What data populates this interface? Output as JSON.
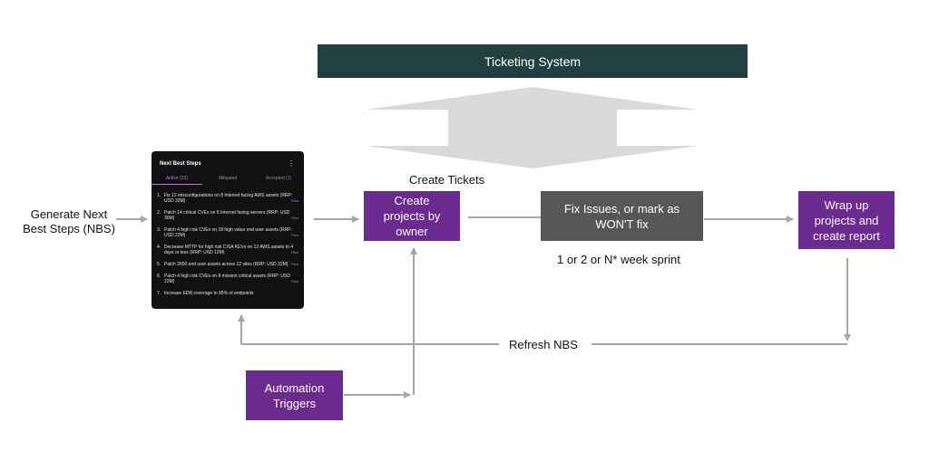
{
  "title": "Ticketing System",
  "labels": {
    "generate": [
      "Generate Next",
      "Best Steps (NBS)"
    ],
    "create_tickets": "Create Tickets",
    "sprint": "1 or 2 or N* week sprint",
    "refresh": "Refresh NBS"
  },
  "boxes": {
    "create_projects": [
      "Create",
      "projects by",
      "owner"
    ],
    "fix_issues": [
      "Fix Issues, or mark as",
      "WON'T fix"
    ],
    "wrap_up": [
      "Wrap up",
      "projects and",
      "create report"
    ],
    "automation": [
      "Automation",
      "Triggers"
    ]
  },
  "nbs_panel": {
    "header": "Next Best Steps",
    "menu_glyph": "⋮",
    "tabs": [
      "Active (33)",
      "Mitigated",
      "Accepted (1)"
    ],
    "plan_label": "Plan",
    "items": [
      {
        "num": "1.",
        "text": "Fix 12 misconfigurations on 8 Internet facing AWS assets (RRP: USD 32M)"
      },
      {
        "num": "2.",
        "text": "Patch 14 critical CVEs on 6 Internet facing servers (RRP: USD 30M)"
      },
      {
        "num": "3.",
        "text": "Patch 4 high risk CVEs on 18 high value end user assets (RRP: USD 22M)"
      },
      {
        "num": "4.",
        "text": "Decrease MTTP for high risk CISA KEVs on 12 AWS assets to 4 days or less (RRP: USD 12M)"
      },
      {
        "num": "5.",
        "text": "Patch 2650 end user assets across 12 sites (RRP: USD 32M)"
      },
      {
        "num": "6.",
        "text": "Patch 4 high risk CVEs on 8 mission critical assets (RRP: USD 22M)"
      },
      {
        "num": "7.",
        "text": "Increase EDR coverage to 95% of endpoints"
      }
    ]
  },
  "colors": {
    "banner": "#21403f",
    "purple": "#6b2a8f",
    "grey_box": "#575757",
    "arrow": "#a6a6a6",
    "big_arrow": "#d9d9d9",
    "panel_bg": "#111111",
    "panel_accent": "#b07be0"
  }
}
